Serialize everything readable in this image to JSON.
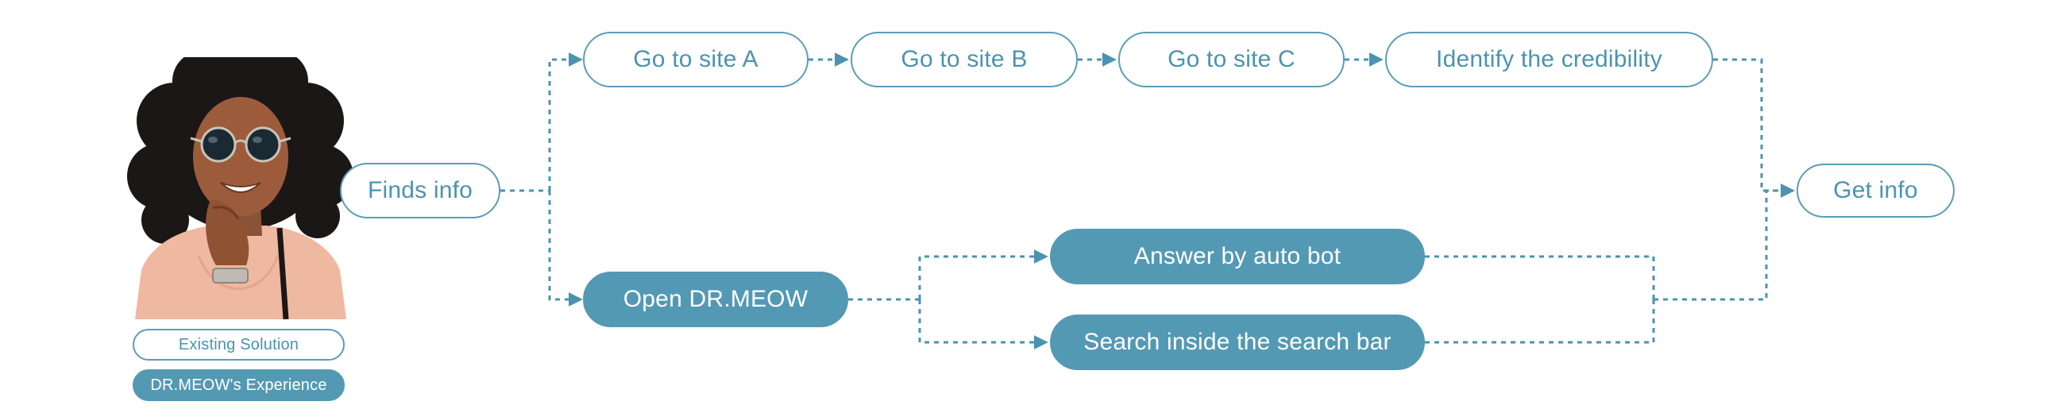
{
  "nodes": {
    "finds_info": "Finds info",
    "site_a": "Go to site A",
    "site_b": "Go to site B",
    "site_c": "Go to site C",
    "credibility": "Identify the credibility",
    "get_info": "Get info",
    "open_drmeow": "Open DR.MEOW",
    "auto_bot": "Answer by auto bot",
    "search_bar": "Search inside the search bar"
  },
  "legend": {
    "existing": "Existing Solution",
    "drmeow": "DR.MEOW's Experience"
  },
  "colors": {
    "primary": "#5499b4",
    "outline": "#5a9db8",
    "background": "#ffffff"
  }
}
